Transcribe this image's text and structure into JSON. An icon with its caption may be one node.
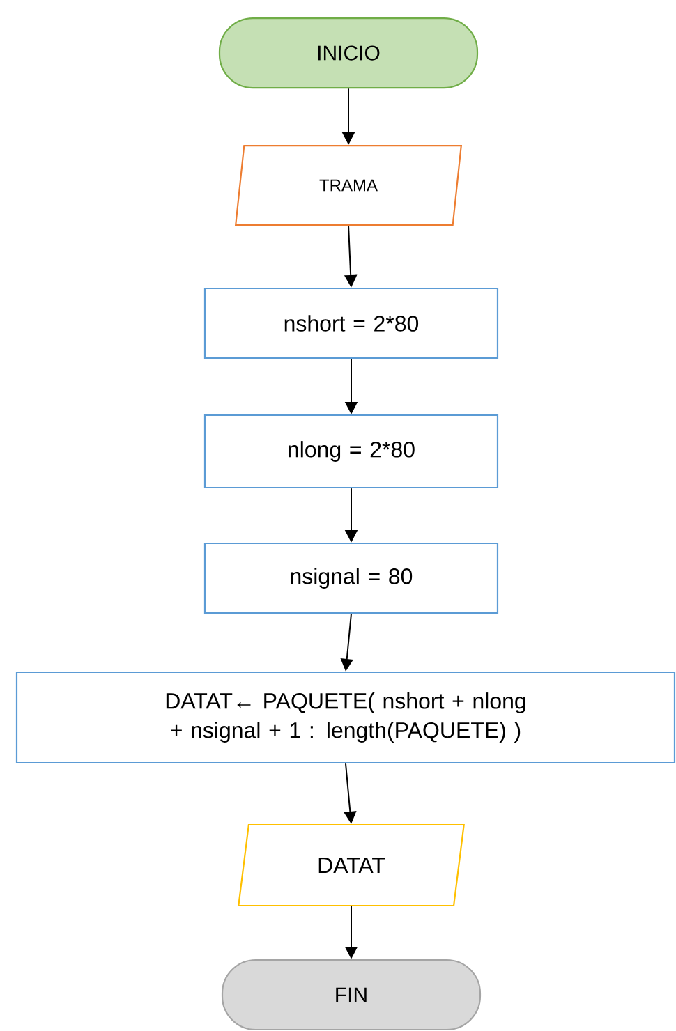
{
  "diagram": {
    "nodes": [
      {
        "text": [
          "INICIO"
        ]
      },
      {
        "text": [
          "TRAMA"
        ]
      },
      {
        "text": [
          "nshort = 2*80"
        ]
      },
      {
        "text": [
          "nlong = 2*80"
        ]
      },
      {
        "text": [
          "nsignal = 80"
        ]
      },
      {
        "text": [
          "DATAT← PAQUETE( nshort + nlong + nsignal + 1 : length(PAQUETE) )"
        ]
      },
      {
        "text": [
          "DATAT"
        ]
      },
      {
        "text": [
          "FIN"
        ]
      }
    ],
    "edges": [
      {
        "from": 0,
        "to": 1,
        "arrow": "to"
      },
      {
        "from": 1,
        "to": 2,
        "arrow": "to"
      },
      {
        "from": 2,
        "to": 3,
        "arrow": "to"
      },
      {
        "from": 3,
        "to": 4,
        "arrow": "to"
      },
      {
        "from": 4,
        "to": 5,
        "arrow": "to"
      },
      {
        "from": 5,
        "to": 6,
        "arrow": "to"
      },
      {
        "from": 6,
        "to": 7,
        "arrow": "to"
      }
    ]
  }
}
